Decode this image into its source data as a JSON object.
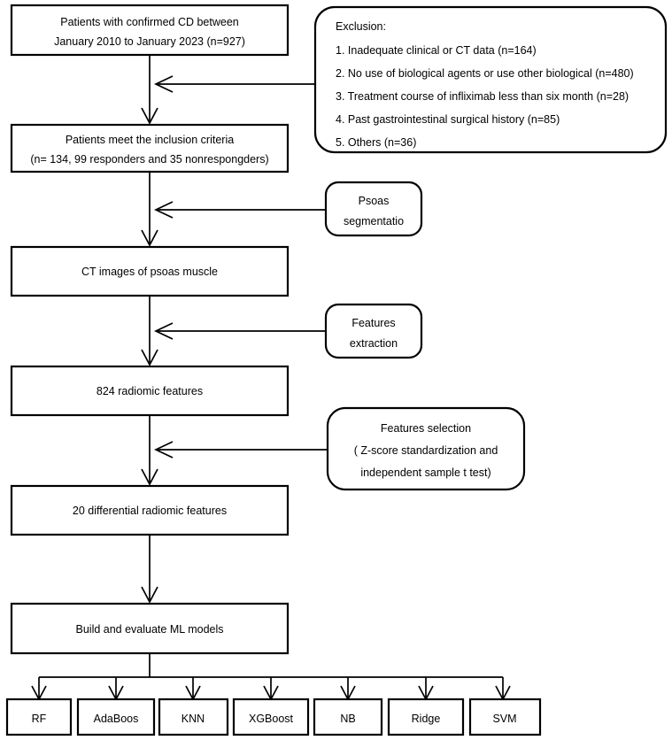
{
  "diagram": {
    "title": "Study flowchart of CD patient selection and radiomics machine learning pipeline",
    "type": "flowchart",
    "line_color": "#000000",
    "fill_color": "#ffffff"
  },
  "main_boxes": [
    {
      "id": "cohort",
      "lines": [
        "Patients with confirmed CD between",
        "January 2010 to January 2023 (n=927)"
      ]
    },
    {
      "id": "inclusion",
      "lines": [
        "Patients meet the inclusion criteria",
        "(n= 134, 99 responders and 35 nonrespongders)"
      ]
    },
    {
      "id": "ct-images",
      "lines": [
        "CT images of psoas muscle"
      ]
    },
    {
      "id": "radiomic-features",
      "lines": [
        "824 radiomic features"
      ]
    },
    {
      "id": "differential-features",
      "lines": [
        "20 differential radiomic features"
      ]
    },
    {
      "id": "build-models",
      "lines": [
        "Build and evaluate ML models"
      ]
    }
  ],
  "exclusion": {
    "heading": "Exclusion:",
    "items": [
      "1. Inadequate clinical or CT data (n=164)",
      "2. No use of biological agents or use other biological (n=480)",
      "3. Treatment course of infliximab less than six month (n=28)",
      "4. Past gastrointestinal surgical history (n=85)",
      "5. Others (n=36)"
    ]
  },
  "side_boxes": [
    {
      "id": "psoas-segmentation",
      "lines": [
        "Psoas",
        "segmentatio"
      ]
    },
    {
      "id": "features-extraction",
      "lines": [
        "Features",
        "extraction"
      ]
    },
    {
      "id": "features-selection",
      "lines": [
        "Features selection",
        "( Z-score standardization and",
        "independent sample t test)"
      ]
    }
  ],
  "models": [
    {
      "id": "rf",
      "label": "RF"
    },
    {
      "id": "adaboos",
      "label": "AdaBoos"
    },
    {
      "id": "knn",
      "label": "KNN"
    },
    {
      "id": "xgboost",
      "label": "XGBoost"
    },
    {
      "id": "nb",
      "label": "NB"
    },
    {
      "id": "ridge",
      "label": "Ridge"
    },
    {
      "id": "svm",
      "label": "SVM"
    }
  ]
}
